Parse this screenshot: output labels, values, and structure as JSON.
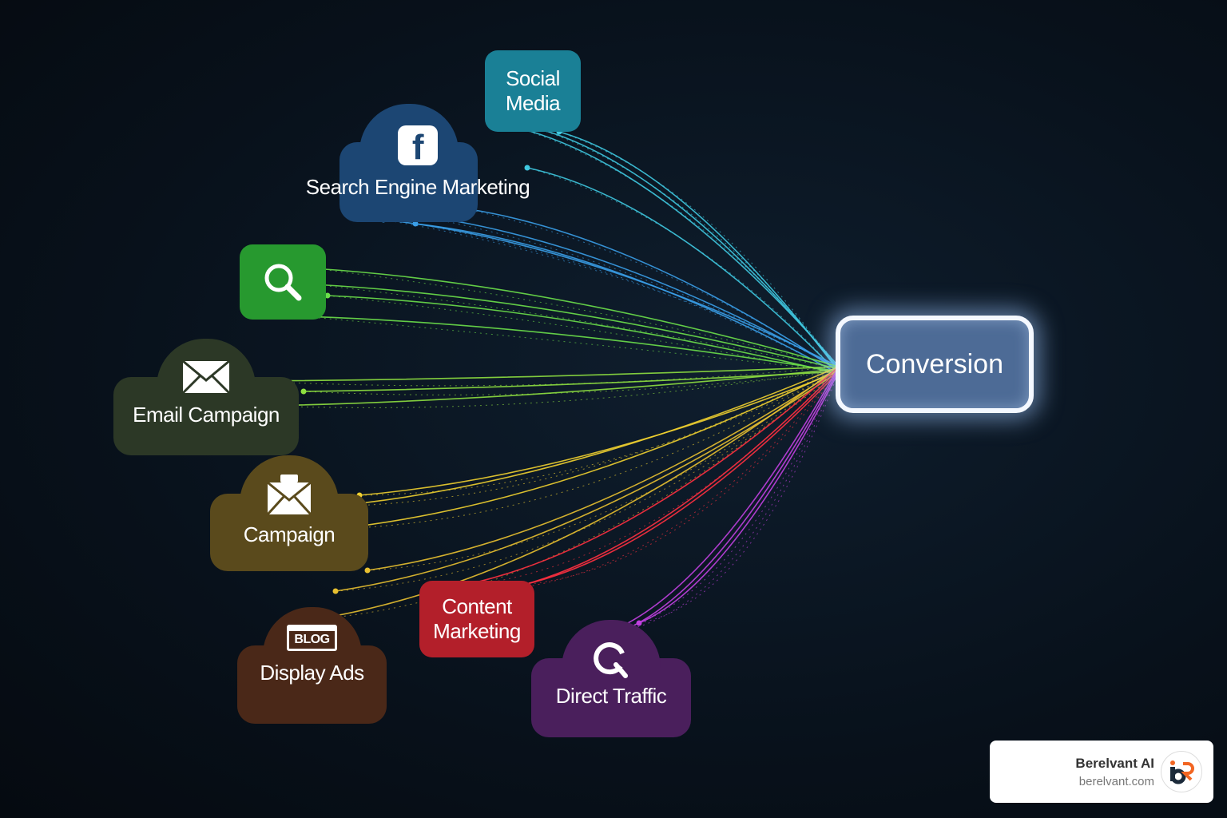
{
  "diagram": {
    "sources": [
      {
        "id": "social-media",
        "label_lines": [
          "Social",
          "Media"
        ],
        "color": "#1a8096",
        "line_color": "#3fc8e0"
      },
      {
        "id": "search-engine-marketing",
        "label": "Search Engine Marketing",
        "icon": "facebook-icon",
        "color": "#1c4673",
        "line_color": "#3a9ee8"
      },
      {
        "id": "search",
        "icon": "magnifier-icon",
        "color": "#27992f",
        "line_color": "#6be04a"
      },
      {
        "id": "email-campaign",
        "label": "Email Campaign",
        "icon": "envelope-icon",
        "color": "#2c3826",
        "line_color": "#8ee040"
      },
      {
        "id": "campaign",
        "label": "Campaign",
        "icon": "envelope-icon",
        "color": "#5a4a1c",
        "line_color": "#f0d030"
      },
      {
        "id": "display-ads",
        "label": "Display Ads",
        "icon": "blog-icon",
        "icon_text": "BLOG",
        "color": "#4a2818",
        "line_color": "#e8c030"
      },
      {
        "id": "content-marketing",
        "label_lines": [
          "Content",
          "Marketing"
        ],
        "color": "#b31f2a",
        "line_color": "#ff3040"
      },
      {
        "id": "direct-traffic",
        "label": "Direct Traffic",
        "icon": "search-refresh-icon",
        "color": "#4a1f5c",
        "line_color": "#c040e0"
      }
    ],
    "target": {
      "label": "Conversion",
      "color": "#4d6b96"
    }
  },
  "badge": {
    "name": "Berelvant AI",
    "url": "berelvant.com",
    "logo": "bR-logo",
    "accent": "#f26522"
  }
}
